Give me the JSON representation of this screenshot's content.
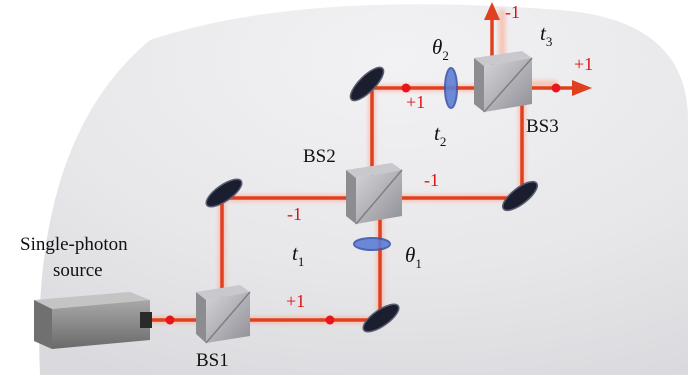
{
  "labels": {
    "source_line1": "Single-photon",
    "source_line2": "source",
    "bs1": "BS1",
    "bs2": "BS2",
    "bs3": "BS3",
    "theta1_main": "θ",
    "theta1_sub": "1",
    "theta2_main": "θ",
    "theta2_sub": "2",
    "t1_main": "t",
    "t1_sub": "1",
    "t2_main": "t",
    "t2_sub": "2",
    "t3_main": "t",
    "t3_sub": "3",
    "p_bs1_out": "+1",
    "m_bs1_up": "-1",
    "m_bs2_right": "-1",
    "p_bs2_up": "+1",
    "p_out": "+1",
    "m_out": "-1"
  },
  "colors": {
    "beam": "#e0401f",
    "beam_glow": "#ff9a7a",
    "sign": "#e01010",
    "label": "#111111",
    "mirror": "#1b1e2e",
    "waveplate": "#5e7ed6"
  }
}
